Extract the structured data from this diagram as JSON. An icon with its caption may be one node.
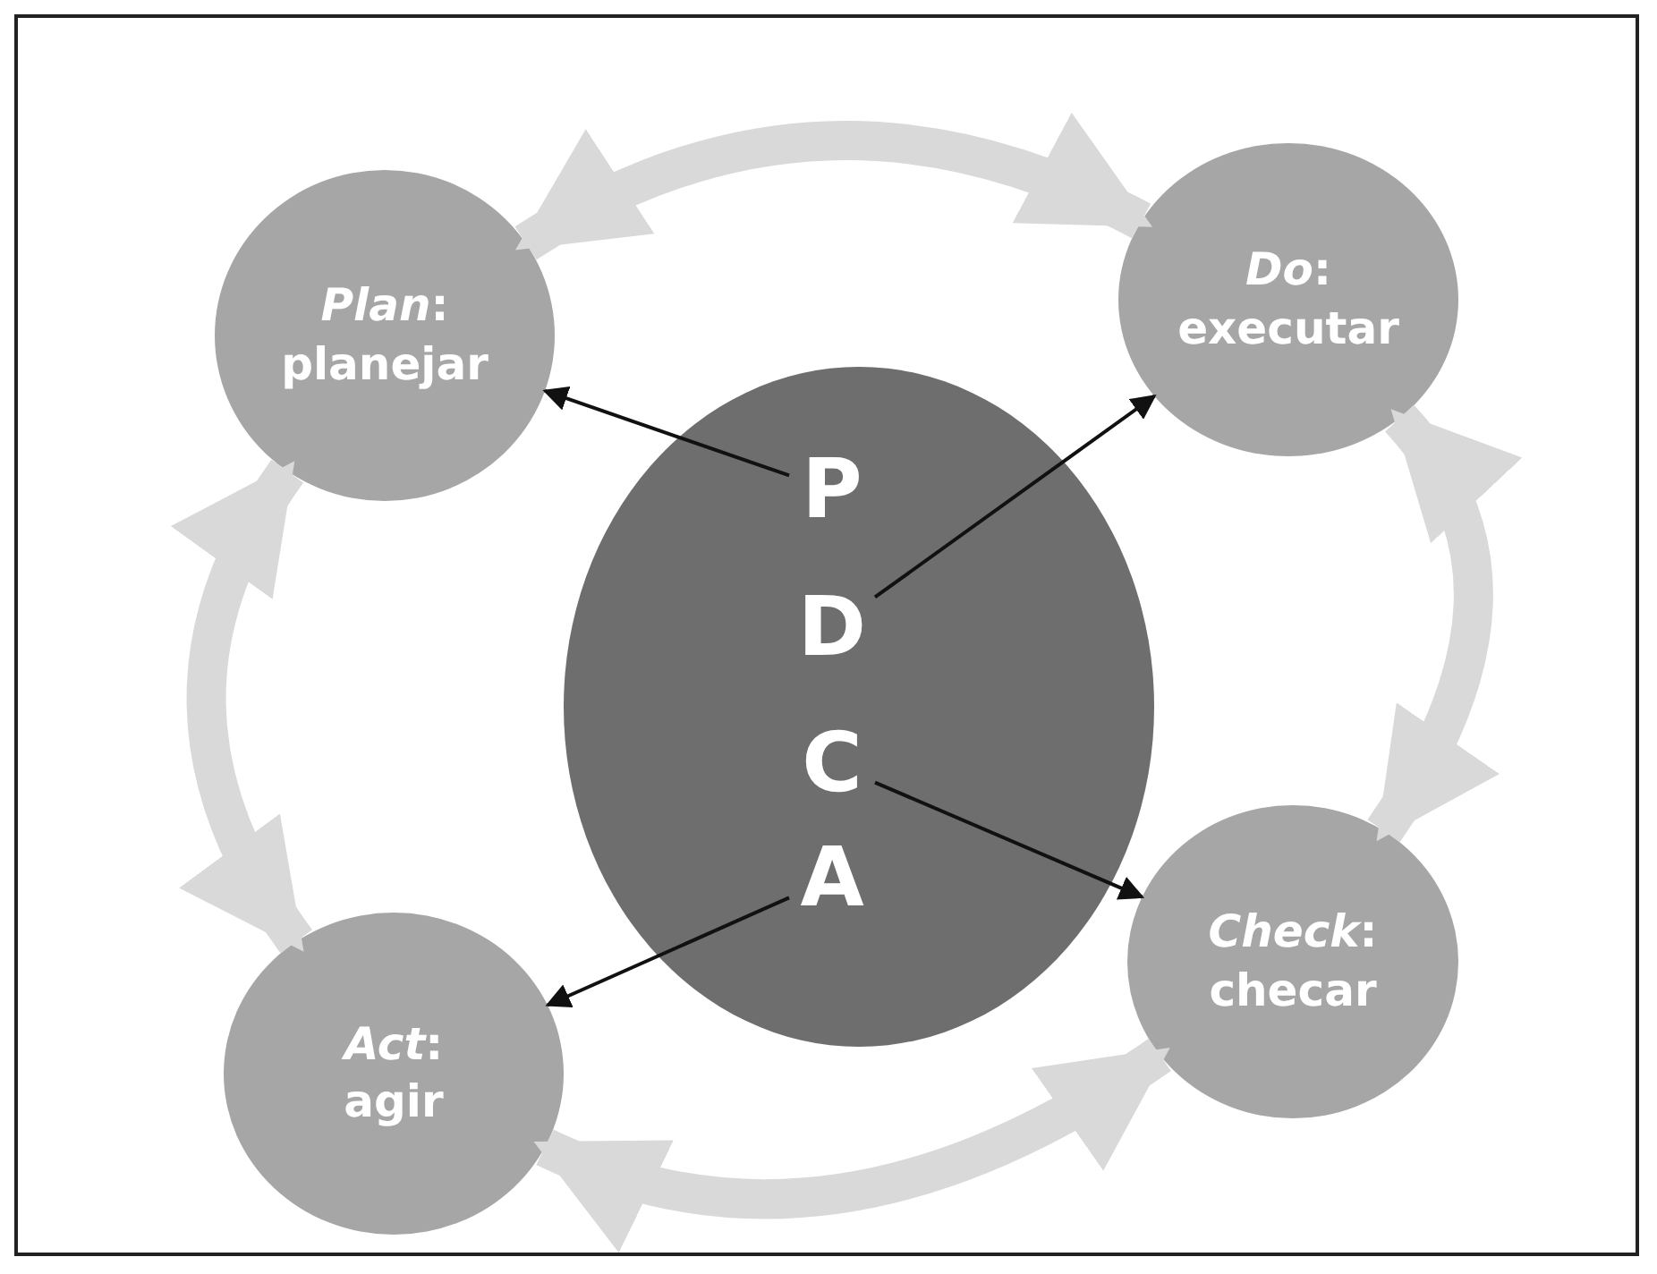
{
  "diagram": {
    "nodes": [
      {
        "text": [
          "*Plan*: planejar"
        ]
      },
      {
        "text": [
          "*Do*: executar"
        ]
      },
      {
        "text": [],
        "shape": "circle"
      },
      {
        "text": [
          "P"
        ],
        "in": 2
      },
      {
        "text": [
          "D"
        ],
        "in": 2
      },
      {
        "text": [
          "C"
        ],
        "in": 2
      },
      {
        "text": [
          "A"
        ],
        "in": 2
      },
      {
        "text": [
          "*Act*: agir"
        ]
      },
      {
        "text": [
          "*Check*: checar"
        ]
      }
    ],
    "edges": [
      {
        "from": 3,
        "to": 0,
        "arrow": "to"
      },
      {
        "from": 4,
        "to": 1,
        "arrow": "to"
      },
      {
        "from": 5,
        "to": 8,
        "arrow": "to"
      },
      {
        "from": 6,
        "to": 7,
        "arrow": "to"
      },
      {
        "from": 0,
        "to": 1,
        "arrow": "both",
        "style": "thick",
        "color": "#d9d9d9"
      },
      {
        "from": 1,
        "to": 8,
        "arrow": "both",
        "style": "thick",
        "color": "#d9d9d9"
      },
      {
        "from": 8,
        "to": 7,
        "arrow": "both",
        "style": "thick",
        "color": "#d9d9d9"
      },
      {
        "from": 7,
        "to": 0,
        "arrow": "both",
        "style": "thick",
        "color": "#d9d9d9"
      }
    ]
  }
}
